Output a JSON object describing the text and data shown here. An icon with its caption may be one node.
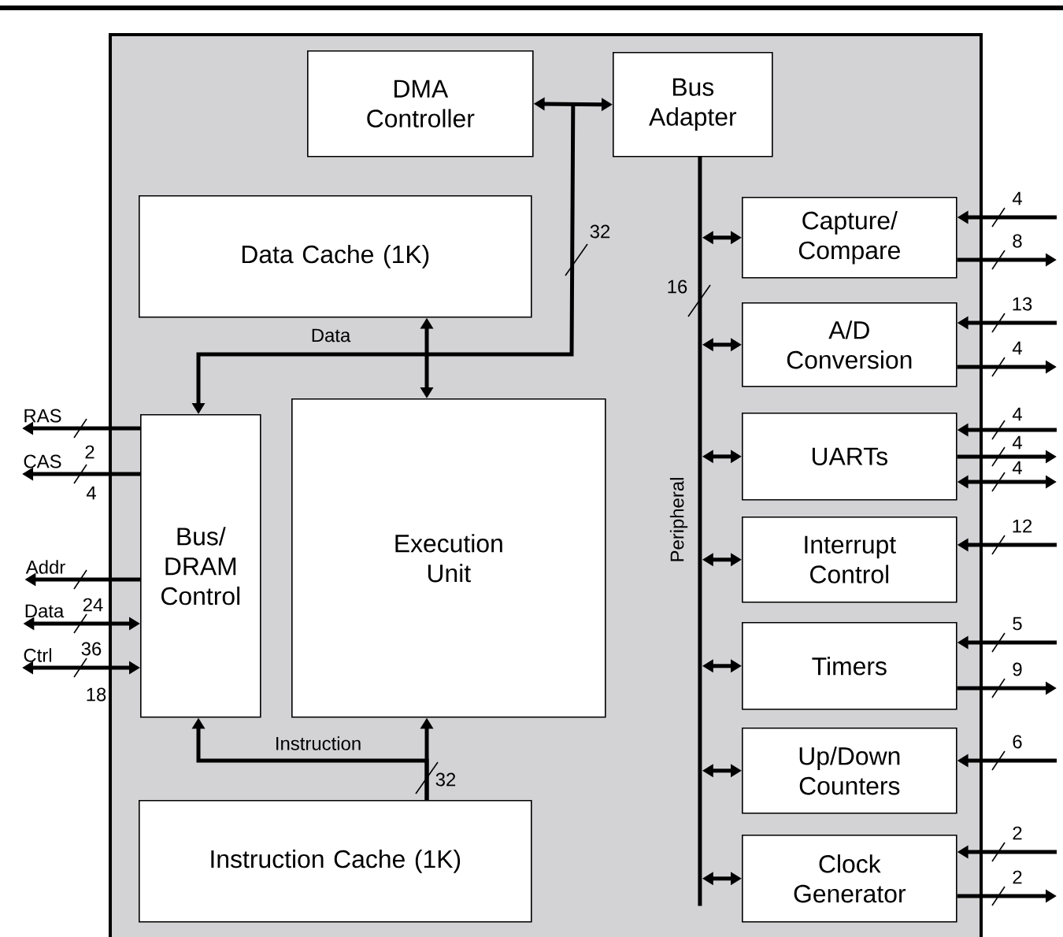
{
  "diagram": {
    "nodes": [
      {
        "text": [],
        "shape": "box"
      },
      {
        "text": [
          "DMA Controller"
        ],
        "in": 0
      },
      {
        "text": [
          "Bus Adapter"
        ],
        "in": 0
      },
      {
        "text": [
          "Data Cache (1K)"
        ],
        "in": 0
      },
      {
        "text": [
          "Bus/ DRAM Control"
        ],
        "in": 0
      },
      {
        "text": [
          "Execution Unit"
        ],
        "in": 0
      },
      {
        "text": [
          "Instruction Cache (1K)"
        ],
        "in": 0
      },
      {
        "text": [
          "Capture/ Compare"
        ],
        "in": 0
      },
      {
        "text": [
          "A/D Conversion"
        ],
        "in": 0
      },
      {
        "text": [
          "UARTs"
        ],
        "in": 0
      },
      {
        "text": [
          "Interrupt Control"
        ],
        "in": 0
      },
      {
        "text": [
          "Timers"
        ],
        "in": 0
      },
      {
        "text": [
          "Up/Down Counters"
        ],
        "in": 0
      },
      {
        "text": [
          "Clock Generator"
        ],
        "in": 0
      },
      {
        "text": [],
        "shape": "bar",
        "beside": [
          "Peripheral"
        ],
        "in": 0
      },
      {
        "text": [
          "RAS"
        ]
      },
      {
        "text": [
          "CAS"
        ]
      },
      {
        "text": [
          "Addr"
        ]
      },
      {
        "text": [
          "Data"
        ]
      },
      {
        "text": [
          "Ctrl"
        ]
      }
    ],
    "edges": [
      {
        "from": 1,
        "to": 2,
        "arrow": "both"
      },
      {
        "from": 1,
        "to": 4,
        "arrow": "to"
      },
      {
        "from": 2,
        "to": 4,
        "arrow": "to",
        "label": "Data"
      },
      {
        "from": 3,
        "to": 5,
        "arrow": "both"
      },
      {
        "from": 6,
        "to": 5,
        "arrow": "to"
      },
      {
        "from": 6,
        "to": 4,
        "arrow": "to",
        "label": "Instruction"
      },
      {
        "from": 14,
        "to": 7,
        "arrow": "both"
      },
      {
        "from": 14,
        "to": 8,
        "arrow": "both"
      },
      {
        "from": 14,
        "to": 9,
        "arrow": "both"
      },
      {
        "from": 14,
        "to": 10,
        "arrow": "both"
      },
      {
        "from": 14,
        "to": 11,
        "arrow": "both"
      },
      {
        "from": 14,
        "to": 12,
        "arrow": "both"
      },
      {
        "from": 14,
        "to": 13,
        "arrow": "both"
      },
      {
        "from": 4,
        "to": 15,
        "arrow": "to",
        "label": "2"
      },
      {
        "from": 4,
        "to": 16,
        "arrow": "to",
        "label": "4"
      },
      {
        "from": 4,
        "to": 17,
        "arrow": "to",
        "label": "24"
      },
      {
        "from": 4,
        "to": 18,
        "arrow": "both",
        "label": "36"
      },
      {
        "from": 4,
        "to": 19,
        "arrow": "both",
        "label": "18"
      },
      {
        "from": null,
        "to": 7,
        "arrow": "to",
        "label": "4"
      },
      {
        "from": 7,
        "to": null,
        "arrow": "to",
        "label": "8"
      },
      {
        "from": null,
        "to": 8,
        "arrow": "to",
        "label": "13"
      },
      {
        "from": 8,
        "to": null,
        "arrow": "to",
        "label": "4"
      },
      {
        "from": null,
        "to": 9,
        "arrow": "to",
        "label": "4"
      },
      {
        "from": 9,
        "to": null,
        "arrow": "to",
        "label": "4"
      },
      {
        "from": 9,
        "to": null,
        "arrow": "both",
        "label": "4"
      },
      {
        "from": null,
        "to": 10,
        "arrow": "to",
        "label": "12"
      },
      {
        "from": null,
        "to": 11,
        "arrow": "to",
        "label": "5"
      },
      {
        "from": 11,
        "to": null,
        "arrow": "to",
        "label": "9"
      },
      {
        "from": null,
        "to": 12,
        "arrow": "to",
        "label": "6"
      },
      {
        "from": null,
        "to": 13,
        "arrow": "to",
        "label": "2"
      },
      {
        "from": 13,
        "to": null,
        "arrow": "to",
        "label": "2"
      }
    ],
    "labels": [
      "32",
      "16",
      "32"
    ]
  }
}
